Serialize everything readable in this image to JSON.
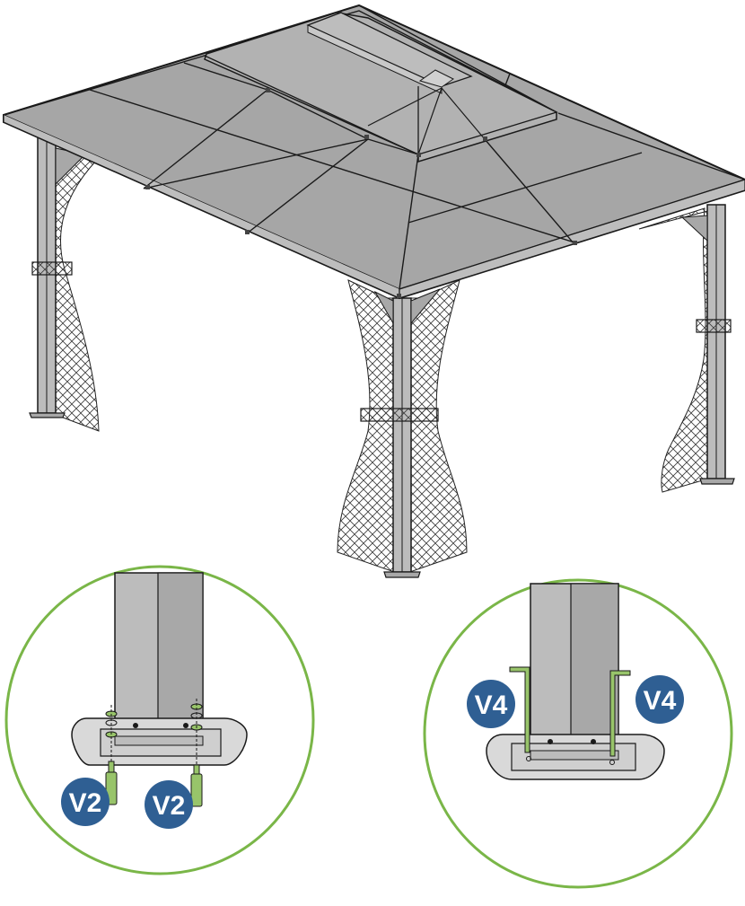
{
  "diagram": {
    "part_callouts": [
      {
        "label": "V2",
        "detail": "left"
      },
      {
        "label": "V2",
        "detail": "left"
      },
      {
        "label": "V4",
        "detail": "right"
      },
      {
        "label": "V4",
        "detail": "right"
      }
    ]
  },
  "colors": {
    "roof": "#a6a6a6",
    "post": "#bcbcbc",
    "post_shade": "#a8a8a8",
    "outline": "#1a1a1a",
    "callout_badge": "#2f5f93",
    "callout_text": "#ffffff",
    "detail_circle": "#7ab648",
    "hardware_green": "#98c46a"
  },
  "icons": [
    "gazebo-assembly-illustration",
    "anchor-bolt-icon",
    "allen-key-icon"
  ]
}
